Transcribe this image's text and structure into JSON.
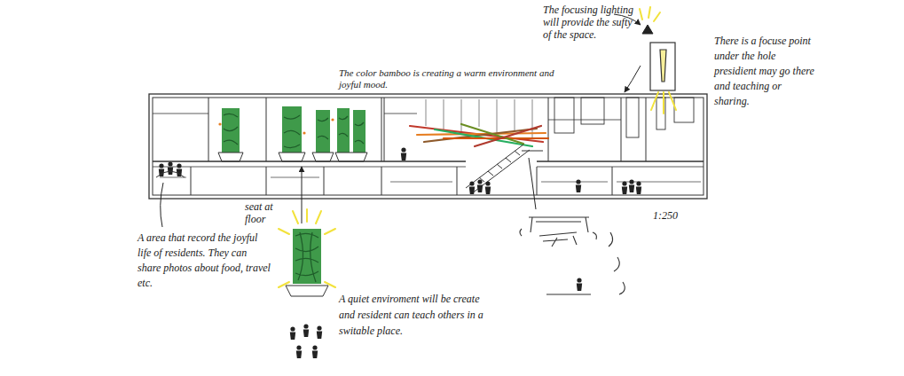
{
  "diagram": {
    "labels": [
      "The focusing lighting will provide the sufty of the space.",
      "There is a focuse point under the hole presidient may go there and teaching or sharing.",
      "The color bamboo is creating a warm environment and joyful mood.",
      "seat at floor",
      "1:250",
      "A area that record the joyful life of residents. They can share photos about food, travel etc.",
      "A quiet enviroment will be create and resident can teach others in a switable place."
    ]
  }
}
